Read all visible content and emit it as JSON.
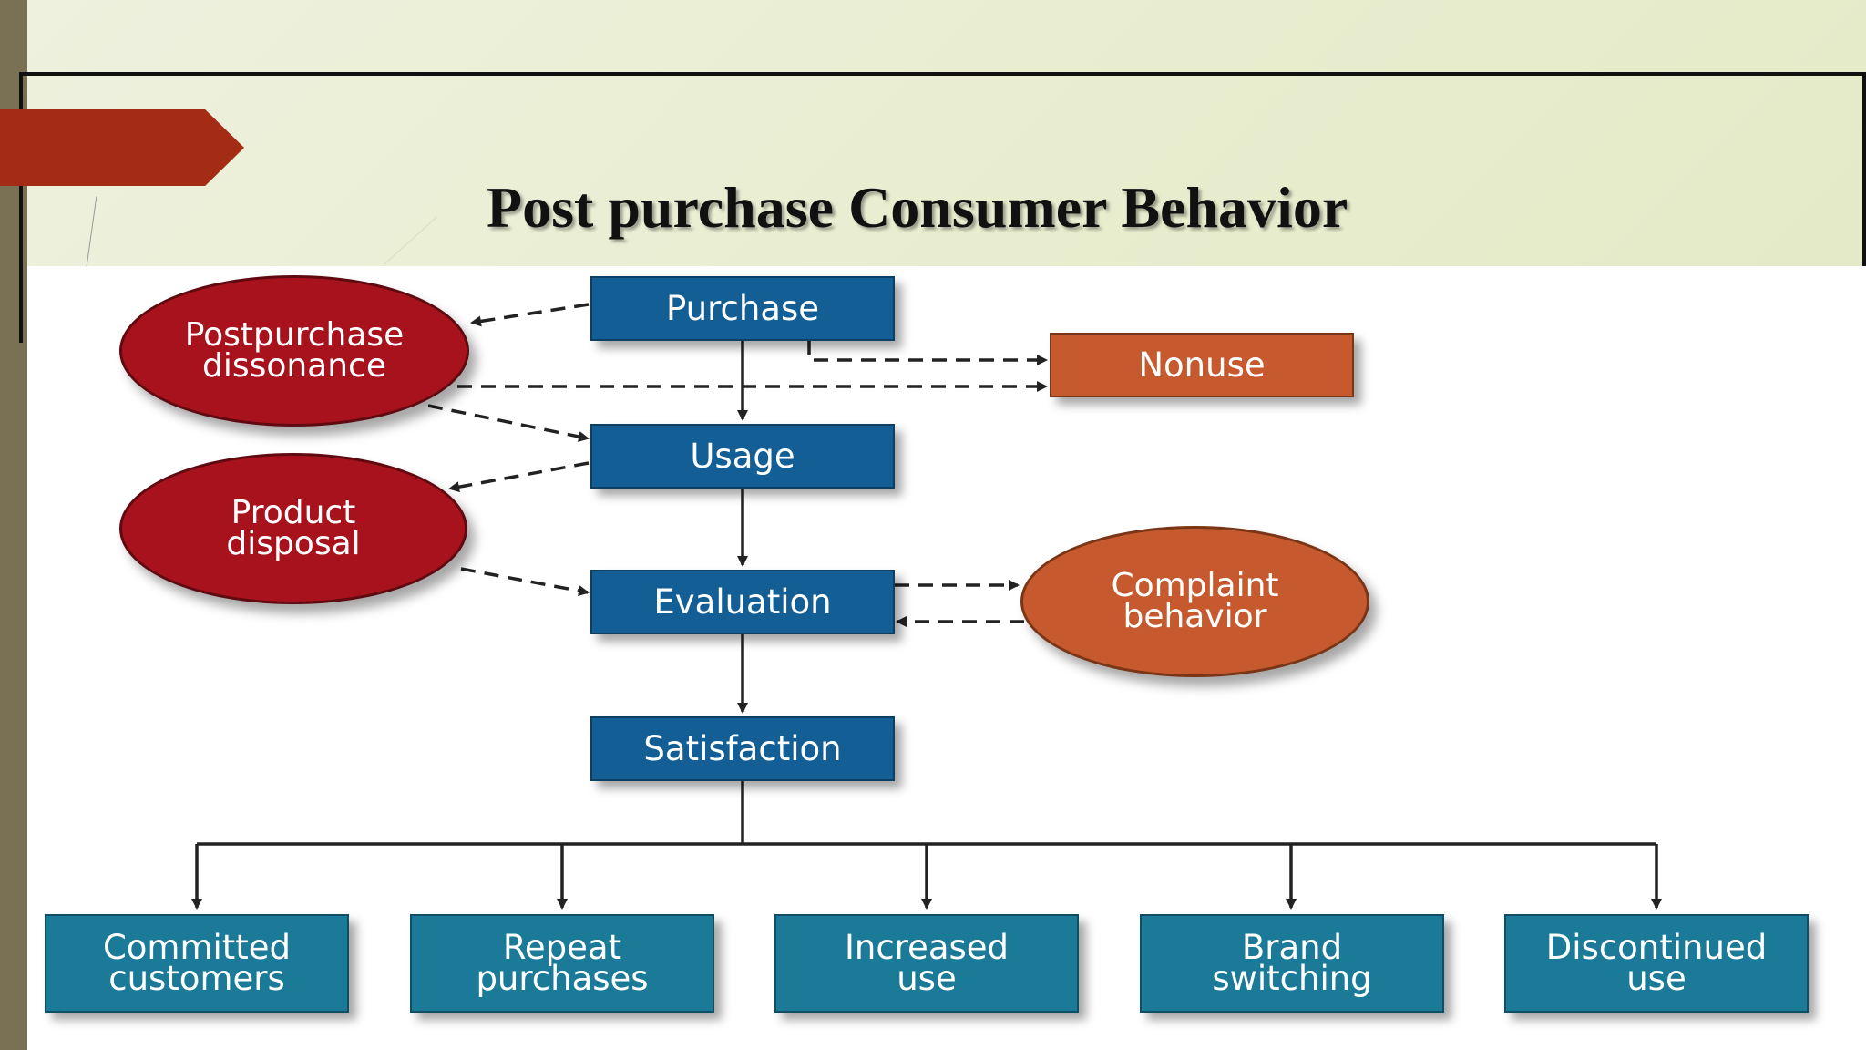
{
  "title": "Post purchase Consumer Behavior",
  "colors": {
    "process_box": "#135f95",
    "outcome_box": "#1a7a98",
    "red_ellipse": "#a8121c",
    "orange_node": "#c65a2e",
    "accent": "#a52c14",
    "header_bg": "#e8edcf"
  },
  "flow": {
    "purchase": "Purchase",
    "usage": "Usage",
    "evaluation": "Evaluation",
    "satisfaction": "Satisfaction"
  },
  "side": {
    "postpurchase_dissonance": "Postpurchase\ndissonance",
    "product_disposal": "Product\ndisposal",
    "nonuse": "Nonuse",
    "complaint_behavior": "Complaint\nbehavior"
  },
  "outcomes": {
    "committed_customers": "Committed\ncustomers",
    "repeat_purchases": "Repeat\npurchases",
    "increased_use": "Increased\nuse",
    "brand_switching": "Brand\nswitching",
    "discontinued_use": "Discontinued\nuse"
  }
}
